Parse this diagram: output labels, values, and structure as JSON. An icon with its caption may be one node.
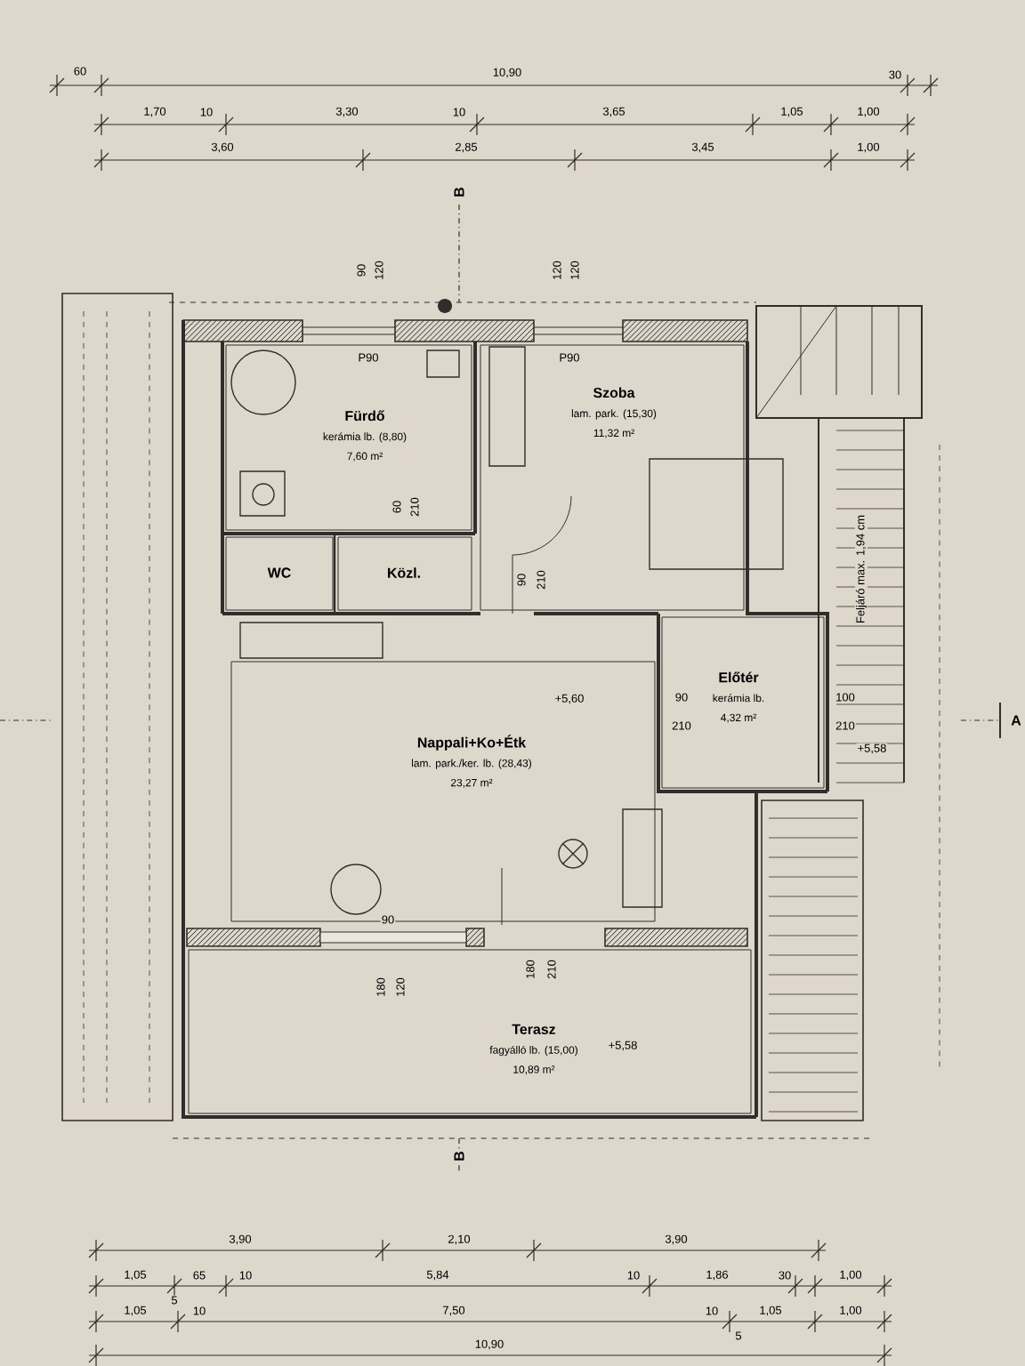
{
  "diagram": {
    "nodes": [
      {
        "text": [
          "Fürdő",
          "kerámia lb. (8,80)",
          "7,60 m²"
        ]
      },
      {
        "text": [
          "Szoba",
          "lam. park. (15,30)",
          "11,32 m²"
        ]
      },
      {
        "text": [
          "WC"
        ]
      },
      {
        "text": [
          "Közl."
        ]
      },
      {
        "text": [
          "Nappali+Ko+Étk",
          "lam. park./ker. lb. (28,43)",
          "23,27 m²"
        ]
      },
      {
        "text": [
          "Előtér",
          "kerámia lb.",
          "4,32 m²"
        ]
      },
      {
        "text": [
          "Terasz",
          "fagyálló lb. (15,00)",
          "10,89 m²"
        ]
      }
    ],
    "edges": [],
    "labels": [
      "60",
      "10,90",
      "30",
      "1,70",
      "10",
      "3,30",
      "10",
      "3,65",
      "1,05",
      "1,00",
      "3,60",
      "2,85",
      "3,45",
      "1,00",
      "B",
      "90",
      "120",
      "120",
      "120",
      "P90",
      "P90",
      "Feljáró max. 1,94 cm",
      "60",
      "210",
      "90",
      "210",
      "+5,60",
      "90",
      "210",
      "100",
      "210",
      "+5,58",
      "A",
      "90",
      "180",
      "120",
      "180",
      "210",
      "+5,58",
      "B",
      "3,90",
      "2,10",
      "3,90",
      "1,05",
      "65",
      "10",
      "5",
      "5,84",
      "10",
      "1,86",
      "30",
      "1,00",
      "1,05",
      "10",
      "7,50",
      "10",
      "5",
      "1,05",
      "1,00",
      "10,90"
    ]
  }
}
